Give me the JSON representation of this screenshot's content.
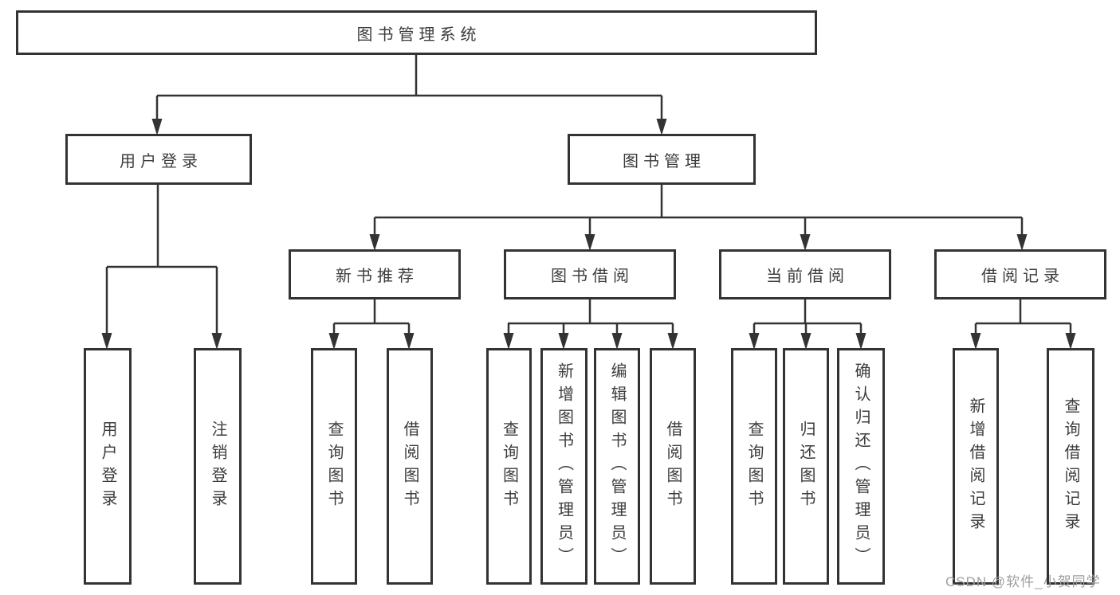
{
  "nodes": {
    "root": {
      "label": "图书管理系统"
    },
    "user_login": {
      "label": "用户登录"
    },
    "book_management": {
      "label": "图书管理"
    },
    "new_book_recommend": {
      "label": "新书推荐"
    },
    "book_borrowing": {
      "label": "图书借阅"
    },
    "current_borrowing": {
      "label": "当前借阅"
    },
    "borrowing_records": {
      "label": "借阅记录"
    },
    "leaf_user_login": {
      "label": "用户登录"
    },
    "leaf_logout": {
      "label": "注销登录"
    },
    "leaf_recommend_query_books": {
      "label": "查询图书"
    },
    "leaf_recommend_borrow_books": {
      "label": "借阅图书"
    },
    "leaf_borrowing_query_books": {
      "label": "查询图书"
    },
    "leaf_borrowing_add_books": {
      "label": "新增图书（管理员）"
    },
    "leaf_borrowing_edit_books": {
      "label": "编辑图书（管理员）"
    },
    "leaf_borrowing_borrow_books": {
      "label": "借阅图书"
    },
    "leaf_current_query_books": {
      "label": "查询图书"
    },
    "leaf_current_return_books": {
      "label": "归还图书"
    },
    "leaf_current_confirm_return": {
      "label": "确认归还（管理员）"
    },
    "leaf_records_add": {
      "label": "新增借阅记录"
    },
    "leaf_records_query": {
      "label": "查询借阅记录"
    }
  },
  "structure": {
    "图书管理系统": {
      "用户登录": [
        "用户登录",
        "注销登录"
      ],
      "图书管理": {
        "新书推荐": [
          "查询图书",
          "借阅图书"
        ],
        "图书借阅": [
          "查询图书",
          "新增图书（管理员）",
          "编辑图书（管理员）",
          "借阅图书"
        ],
        "当前借阅": [
          "查询图书",
          "归还图书",
          "确认归还（管理员）"
        ],
        "借阅记录": [
          "新增借阅记录",
          "查询借阅记录"
        ]
      }
    }
  },
  "watermark": {
    "text": "CSDN @软件_小贺同学"
  },
  "colors": {
    "line": "#333333",
    "border": "#333333",
    "text": "#3c3c3c",
    "watermark": "#9e9e9e",
    "background": "#ffffff"
  }
}
